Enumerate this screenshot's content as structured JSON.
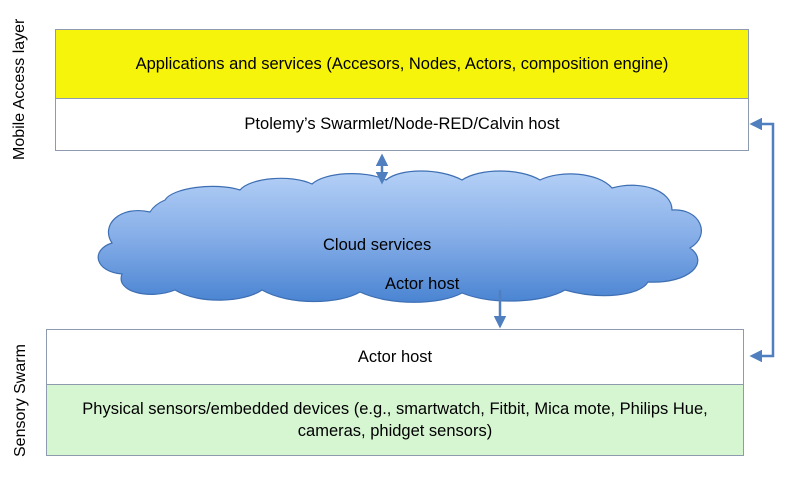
{
  "side_labels": {
    "mobile": "Mobile Access layer",
    "sensory": "Sensory Swarm"
  },
  "boxes": {
    "apps": "Applications and services (Accesors, Nodes, Actors, composition engine)",
    "host": "Ptolemy’s Swarmlet/Node-RED/Calvin host",
    "actor_host": "Actor host",
    "sensors": "Physical  sensors/embedded devices  (e.g., smartwatch, Fitbit, Mica mote, Philips Hue, cameras, phidget sensors)"
  },
  "cloud": {
    "label": "Cloud services",
    "actor_label": "Actor host"
  },
  "colors": {
    "apps_fill": "#f6f40a",
    "sensors_fill": "#d6f6d2",
    "cloud_fill_top": "#a9c9f3",
    "cloud_fill_bottom": "#4d86d3",
    "arrow": "#4f7fbf"
  }
}
